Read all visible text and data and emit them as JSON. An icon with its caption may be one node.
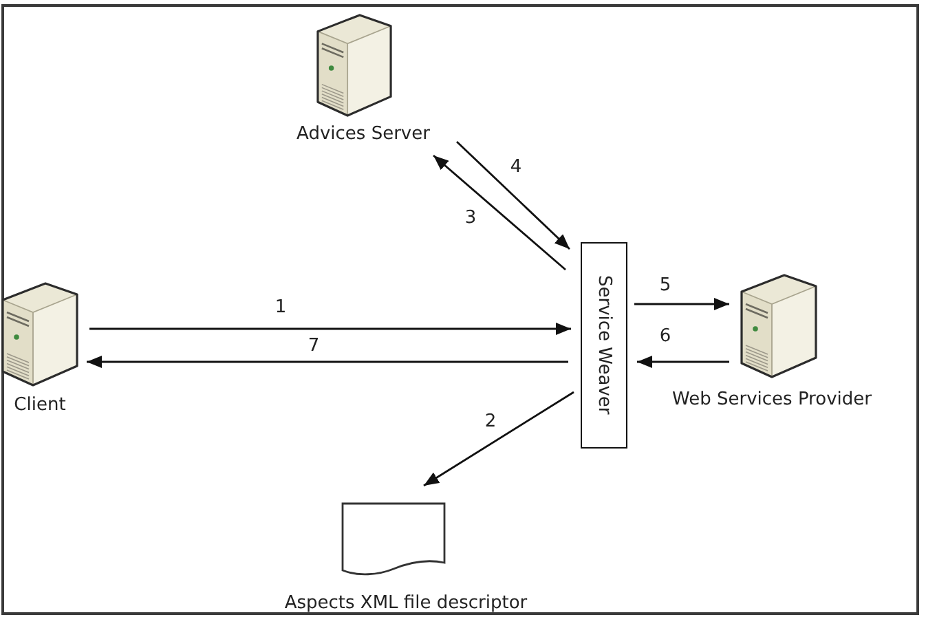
{
  "diagram": {
    "nodes": [
      {
        "text": [
          "Advices Server"
        ]
      },
      {
        "text": [
          "Client"
        ]
      },
      {
        "text": [
          "Service Weaver"
        ]
      },
      {
        "text": [
          "Web Services Provider"
        ]
      },
      {
        "text": [
          "Aspects XML file descriptor"
        ]
      }
    ],
    "edges": [
      {
        "from": 1,
        "to": 2,
        "arrow": "to",
        "label": "1"
      },
      {
        "from": 2,
        "to": 4,
        "arrow": "to",
        "label": "2"
      },
      {
        "from": 2,
        "to": 0,
        "arrow": "to",
        "label": "3"
      },
      {
        "from": 0,
        "to": 2,
        "arrow": "to",
        "label": "4"
      },
      {
        "from": 2,
        "to": 3,
        "arrow": "to",
        "label": "5"
      },
      {
        "from": 3,
        "to": 2,
        "arrow": "to",
        "label": "6"
      },
      {
        "from": 2,
        "to": 1,
        "arrow": "to",
        "label": "7"
      }
    ]
  }
}
